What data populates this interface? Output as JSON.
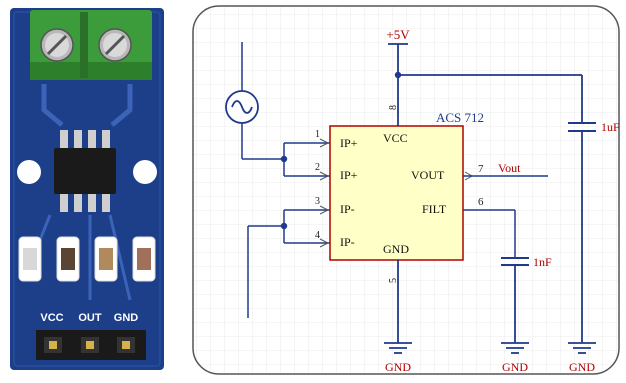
{
  "module": {
    "pin_labels": [
      "VCC",
      "OUT",
      "GND"
    ],
    "pcb_color": "#1d3f8a",
    "terminal_color": "#3c9b3a"
  },
  "schematic": {
    "chip": {
      "name": "ACS 712",
      "left_pins": [
        {
          "number": "1",
          "label": "IP+"
        },
        {
          "number": "2",
          "label": "IP+"
        },
        {
          "number": "3",
          "label": "IP-"
        },
        {
          "number": "4",
          "label": "IP-"
        }
      ],
      "right_pins": [
        {
          "number": "7",
          "label": "VOUT"
        },
        {
          "number": "6",
          "label": "FILT"
        }
      ],
      "top_pin": {
        "number": "8",
        "label": "VCC"
      },
      "bottom_pin": {
        "number": "5",
        "label": "GND"
      },
      "fill_color": "#ffffc8",
      "border_color": "#b00000"
    },
    "supply_label": "+5V",
    "output_net_label": "Vout",
    "cap_supply_label": "1uF",
    "cap_filter_label": "1nF",
    "ground_labels": [
      "GND",
      "GND",
      "GND"
    ],
    "wire_color": "#1f3a8c",
    "label_color": "#b00000",
    "source_icon": "ac-source-icon"
  }
}
